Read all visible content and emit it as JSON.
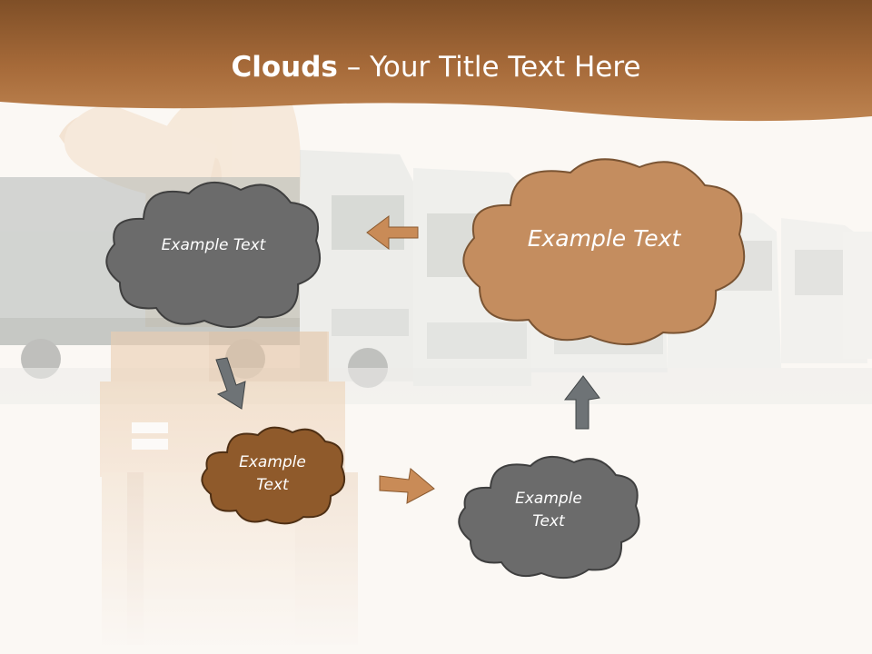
{
  "slide": {
    "title_bold": "Clouds",
    "title_separator": "–",
    "title_rest": "Your Title Text Here"
  },
  "clouds": {
    "top_left": {
      "text": "Example Text"
    },
    "top_right": {
      "text": "Example Text"
    },
    "middle_left": {
      "line1": "Example",
      "line2": "Text"
    },
    "bottom_right": {
      "line1": "Example",
      "line2": "Text"
    }
  },
  "colors": {
    "header_brown": "#a86a38",
    "cloud_gray": "#6b6b6b",
    "cloud_tan": "#c48d5f",
    "cloud_brown": "#8f5a2b",
    "arrow_tan": "#c98b57",
    "arrow_gray": "#6e7376"
  }
}
